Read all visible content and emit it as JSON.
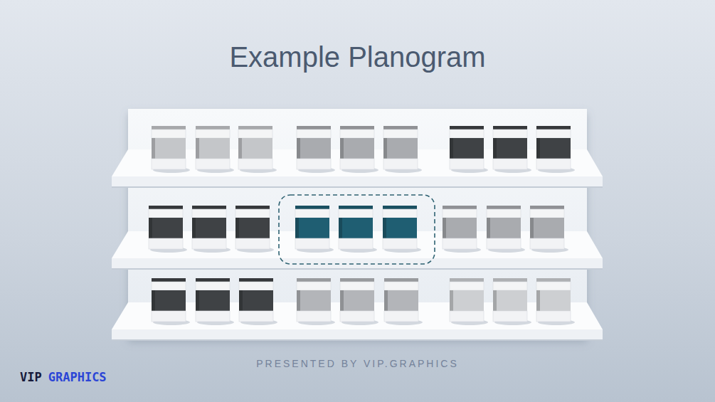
{
  "diagram": {
    "title": "Example Planogram",
    "caption": "PRESENTED BY VIP.GRAPHICS",
    "labels": [
      "VIP",
      "GRAPHICS"
    ]
  }
}
